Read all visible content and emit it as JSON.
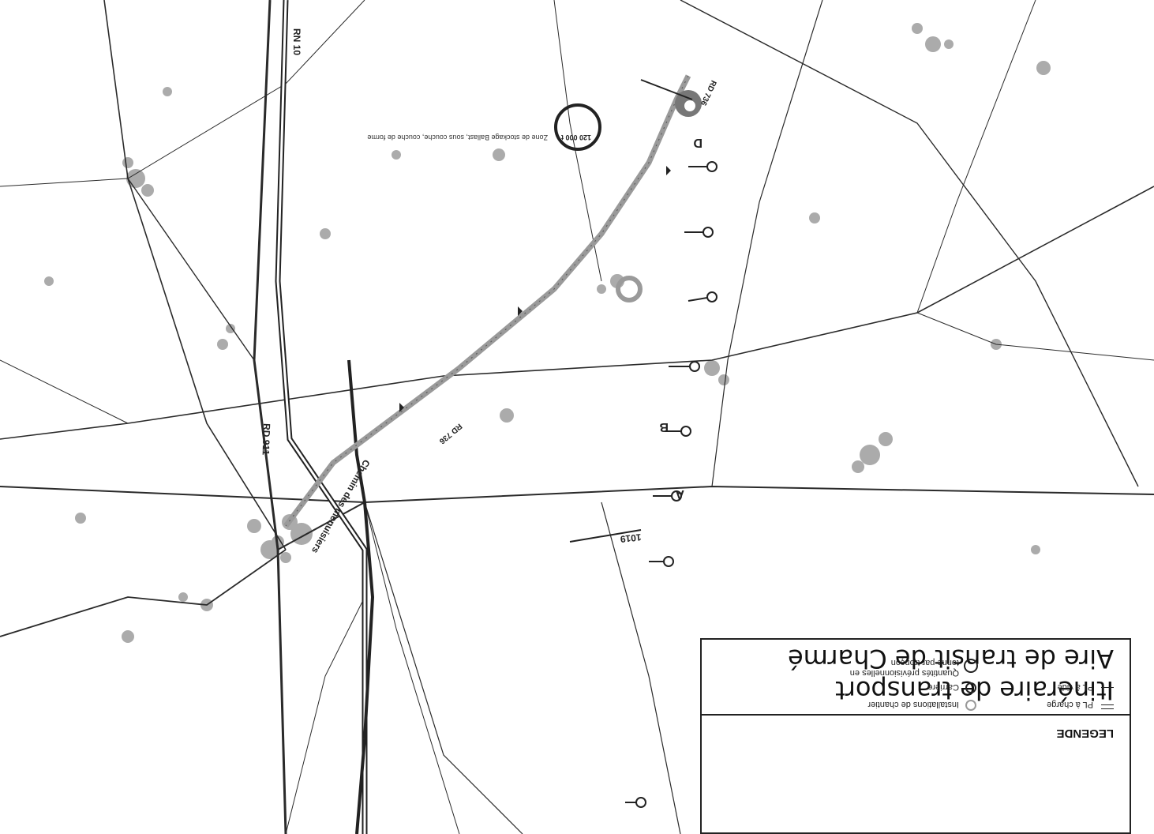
{
  "title_line1": "Itinéraire de transport",
  "title_line2": "Aire de transit de Charmé",
  "legend": {
    "header": "LEGENDE",
    "items": [
      {
        "label": "PL à charge",
        "symbol": "double-line"
      },
      {
        "label": "PL à vide",
        "symbol": "single-line"
      },
      {
        "label": "Installations de chantier",
        "symbol": "gray-ring"
      },
      {
        "label": "Carrière",
        "symbol": "black-ring"
      },
      {
        "label": "Quantités prévisionnelles en tonne par tronçon",
        "symbol": "tonnage-marker"
      }
    ]
  },
  "roads": {
    "rn10": "RN 10",
    "rd911": "RD 911",
    "rd736a": "RD 736",
    "rd736b": "RD 736",
    "rd1019": "1019",
    "chemin": "Chemin des menuisiers"
  },
  "points": {
    "a": "A",
    "b": "B",
    "d": "D"
  },
  "storage_zone": {
    "quantity": "120 000 t",
    "caption": "Zone de stockage Ballast, sous couche, couche de forme"
  },
  "colors": {
    "route": "#9a9a9a",
    "road": "#2a2a2a",
    "ink": "#111111"
  }
}
